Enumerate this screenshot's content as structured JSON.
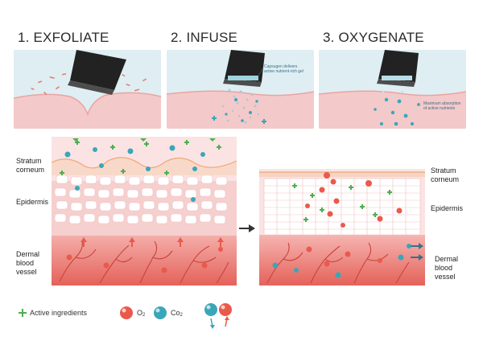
{
  "steps": [
    {
      "title": "1. EXFOLIATE"
    },
    {
      "title": "2. INFUSE",
      "note": "Capsugen delivers active nutrient-rich gel"
    },
    {
      "title": "3. OXYGENATE",
      "note": "Maximum absorption of active nutrients"
    }
  ],
  "left_diagram": {
    "labels": {
      "stratum": "Stratum corneum",
      "epidermis": "Epidermis",
      "dermal": "Dermal blood vessel"
    }
  },
  "right_diagram": {
    "labels": {
      "stratum": "Stratum corneum",
      "epidermis": "Epidermis",
      "dermal": "Dermal blood vessel"
    }
  },
  "legend": {
    "active": "Active ingredients",
    "o2_main": "O",
    "o2_sub": "2",
    "co2_main": "Co",
    "co2_sub": "2"
  },
  "colors": {
    "skin_pink": "#f6c6c6",
    "dermis_red": "#e0675f",
    "cell_white": "#ffffff",
    "panel_blue": "#dfeef2",
    "active_green": "#4caf50",
    "o2_red": "#e95a4b",
    "co2_teal": "#3aa6b9",
    "device_dark": "#222222"
  }
}
